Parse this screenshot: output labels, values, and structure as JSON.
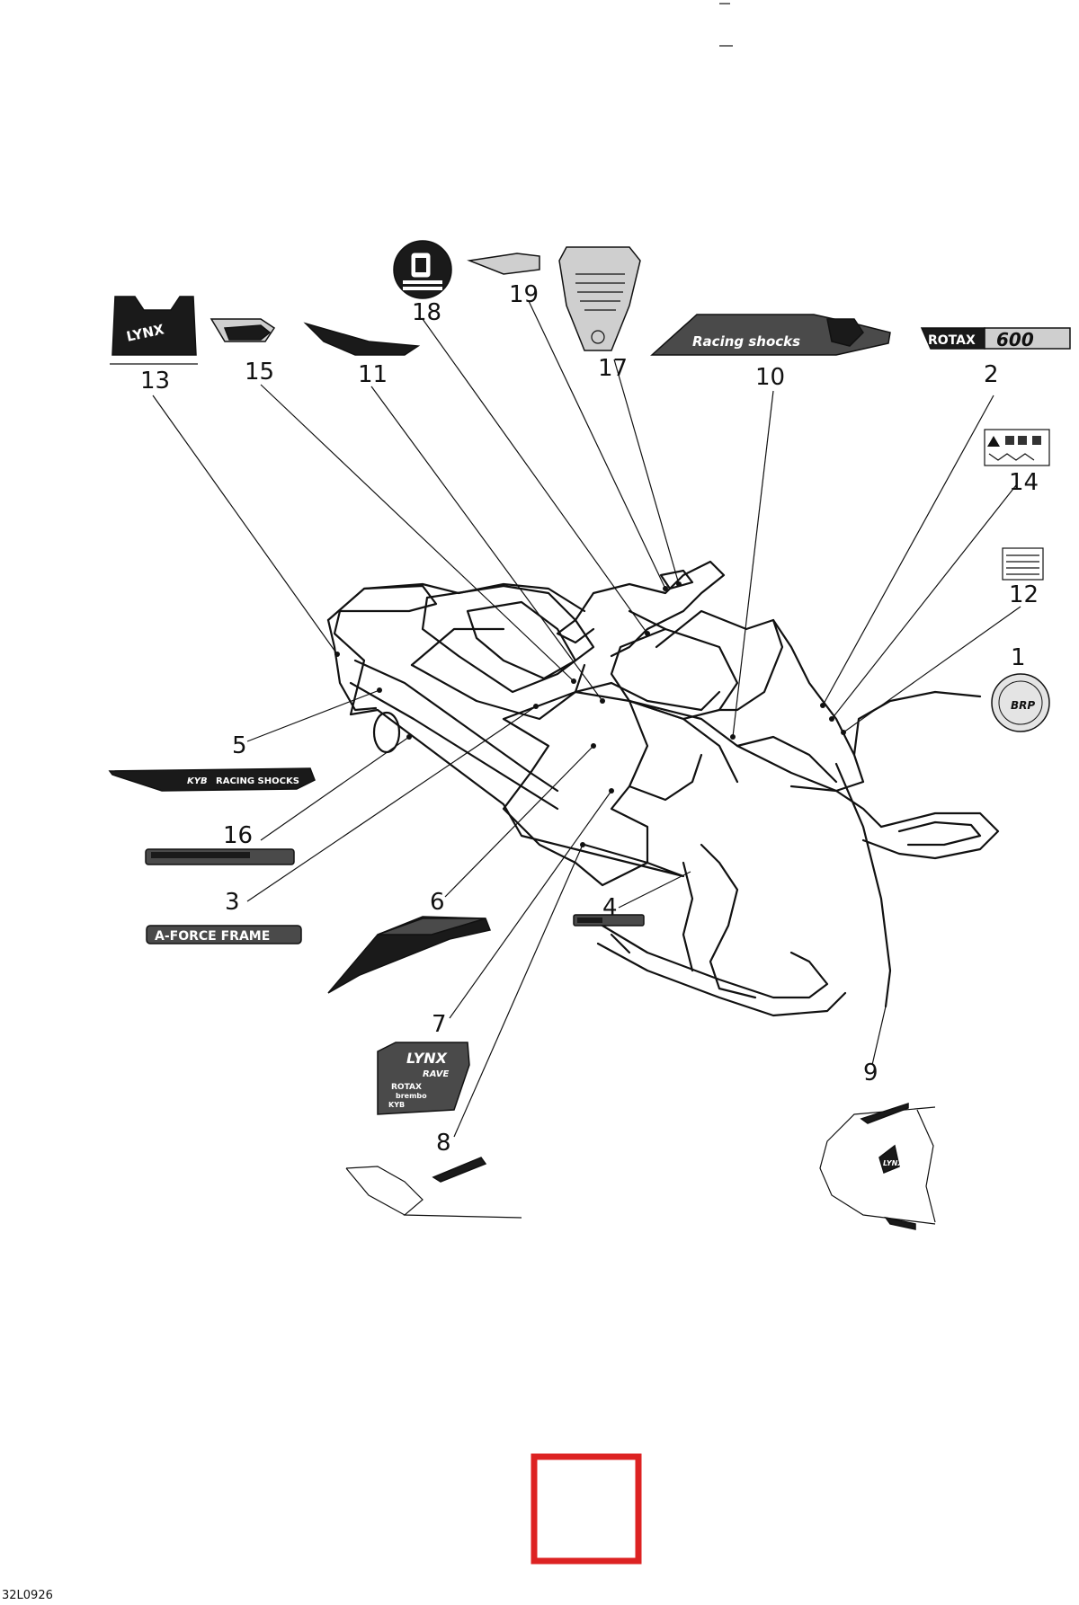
{
  "callouts": [
    "1",
    "2",
    "3",
    "4",
    "5",
    "6",
    "7",
    "8",
    "9",
    "10",
    "11",
    "12",
    "13",
    "14",
    "15",
    "16",
    "17",
    "18",
    "19"
  ],
  "decals": {
    "rotax_600": {
      "brand": "ROTAX",
      "model": "600"
    },
    "racing_shocks_10": "Racing shocks",
    "kyb_racing_shocks": {
      "brand": "KYB",
      "text": "RACING SHOCKS"
    },
    "a_force_frame": "A-FORCE FRAME",
    "lynx_rave": {
      "brand": "LYNX",
      "model": "RAVE",
      "line1": "ROTAX",
      "line2": "brembo",
      "line3": "KYB"
    },
    "lynx_13": "LYNX",
    "brp": "BRP",
    "lynx_9": "LYNX"
  },
  "reference_code": "32L0926",
  "colors": {
    "outline": "#111111",
    "marker_box": "#dd2222"
  }
}
